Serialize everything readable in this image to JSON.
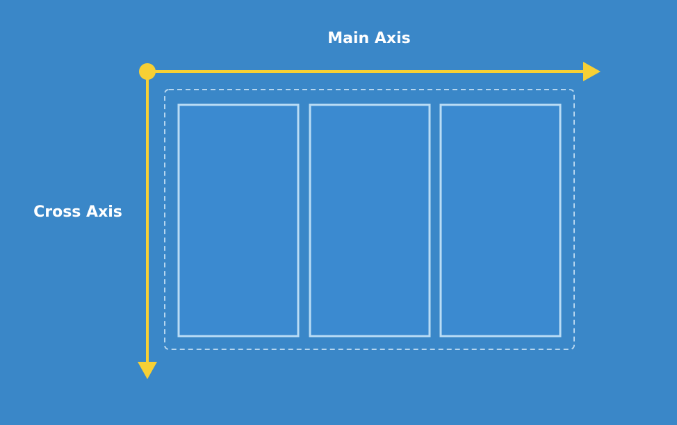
{
  "colors": {
    "background": "#3a87c8",
    "item_fill": "#3b8ad0",
    "item_border": "#b9dcf5",
    "container_border": "#b6d6ef",
    "axis": "#f7d035"
  },
  "labels": {
    "main_axis": "Main Axis",
    "cross_axis": "Cross Axis"
  },
  "flex_container": {
    "item_count": 3
  }
}
